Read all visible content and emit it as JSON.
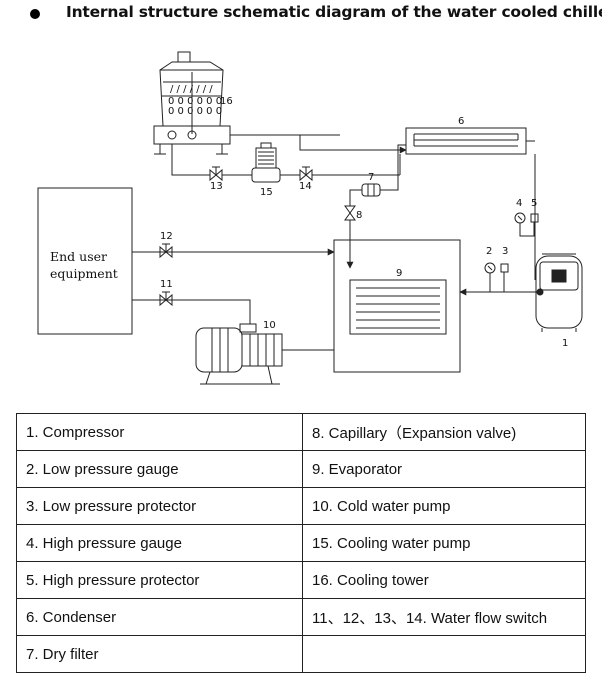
{
  "title": "Internal structure schematic diagram of the water cooled chiller",
  "diagram": {
    "end_user_line1": "End user",
    "end_user_line2": "equipment",
    "labels": {
      "n1": "1",
      "n2": "2",
      "n3": "3",
      "n4": "4",
      "n5": "5",
      "n6": "6",
      "n7": "7",
      "n8": "8",
      "n9": "9",
      "n10": "10",
      "n11": "11",
      "n12": "12",
      "n13": "13",
      "n14": "14",
      "n15": "15",
      "n16": "16"
    }
  },
  "legend": {
    "rows": [
      [
        "1. Compressor",
        "8. Capillary（Expansion valve)"
      ],
      [
        "2. Low pressure gauge",
        "9. Evaporator"
      ],
      [
        "3. Low pressure protector",
        "10. Cold water pump"
      ],
      [
        "4. High pressure gauge",
        "15. Cooling water pump"
      ],
      [
        "5. High pressure protector",
        "16. Cooling tower"
      ],
      [
        "6. Condenser",
        "11、12、13、14. Water flow switch"
      ],
      [
        "7. Dry filter",
        ""
      ]
    ]
  }
}
